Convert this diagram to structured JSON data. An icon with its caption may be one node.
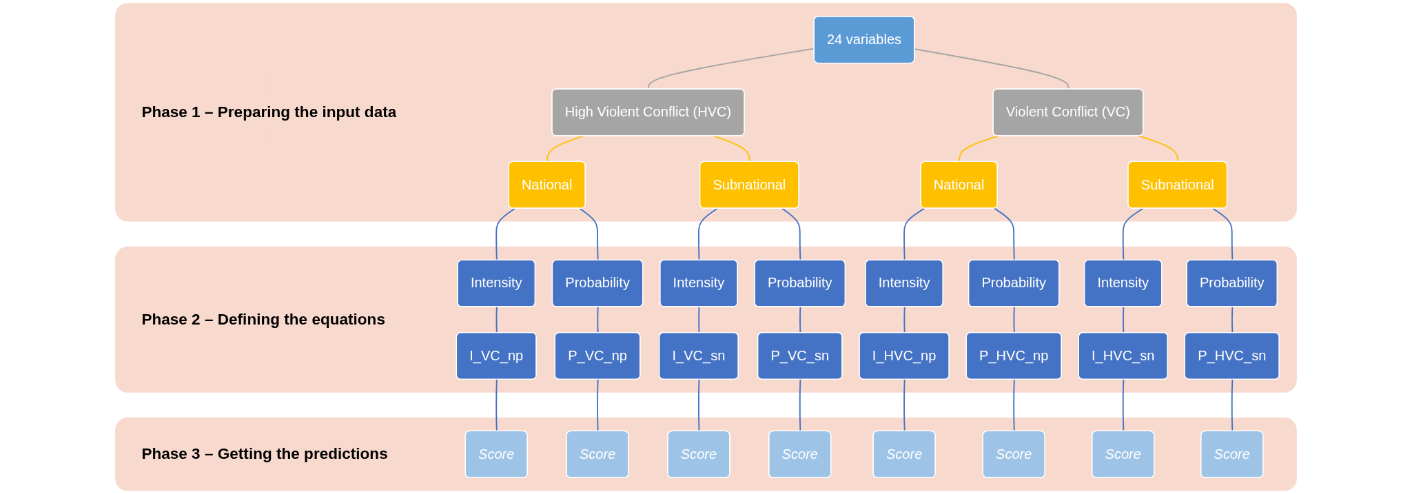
{
  "diagram": {
    "nodes": [
      {
        "text": [
          "Phase 1 – Preparing the input data"
        ]
      },
      {
        "text": [
          "24 variables"
        ],
        "in": 0
      },
      {
        "text": [
          "High Violent Conflict (HVC)"
        ],
        "in": 0
      },
      {
        "text": [
          "Violent Conflict (VC)"
        ],
        "in": 0
      },
      {
        "text": [
          "National"
        ],
        "in": 0
      },
      {
        "text": [
          "Subnational"
        ],
        "in": 0
      },
      {
        "text": [
          "National"
        ],
        "in": 0
      },
      {
        "text": [
          "Subnational"
        ],
        "in": 0
      },
      {
        "text": [
          "Phase 2 – Defining the equations"
        ]
      },
      {
        "text": [
          "Intensity"
        ],
        "in": 8
      },
      {
        "text": [
          "Probability"
        ],
        "in": 8
      },
      {
        "text": [
          "Intensity"
        ],
        "in": 8
      },
      {
        "text": [
          "Probability"
        ],
        "in": 8
      },
      {
        "text": [
          "Intensity"
        ],
        "in": 8
      },
      {
        "text": [
          "Probability"
        ],
        "in": 8
      },
      {
        "text": [
          "Intensity"
        ],
        "in": 8
      },
      {
        "text": [
          "Probability"
        ],
        "in": 8
      },
      {
        "text": [
          "I_VC_np"
        ],
        "in": 8
      },
      {
        "text": [
          "P_VC_np"
        ],
        "in": 8
      },
      {
        "text": [
          "I_VC_sn"
        ],
        "in": 8
      },
      {
        "text": [
          "P_VC_sn"
        ],
        "in": 8
      },
      {
        "text": [
          "I_HVC_np"
        ],
        "in": 8
      },
      {
        "text": [
          "P_HVC_np"
        ],
        "in": 8
      },
      {
        "text": [
          "I_HVC_sn"
        ],
        "in": 8
      },
      {
        "text": [
          "P_HVC_sn"
        ],
        "in": 8
      },
      {
        "text": [
          "Phase 3 – Getting the predictions"
        ]
      },
      {
        "text": [
          "Score"
        ],
        "in": 25
      },
      {
        "text": [
          "Score"
        ],
        "in": 25
      },
      {
        "text": [
          "Score"
        ],
        "in": 25
      },
      {
        "text": [
          "Score"
        ],
        "in": 25
      },
      {
        "text": [
          "Score"
        ],
        "in": 25
      },
      {
        "text": [
          "Score"
        ],
        "in": 25
      },
      {
        "text": [
          "Score"
        ],
        "in": 25
      },
      {
        "text": [
          "Score"
        ],
        "in": 25
      }
    ],
    "edges": [
      {
        "from": 1,
        "to": 2,
        "arrow": "none",
        "color": "#a5a5a5"
      },
      {
        "from": 1,
        "to": 3,
        "arrow": "none",
        "color": "#a5a5a5"
      },
      {
        "from": 2,
        "to": 4,
        "arrow": "none",
        "color": "#ffc000"
      },
      {
        "from": 2,
        "to": 5,
        "arrow": "none",
        "color": "#ffc000"
      },
      {
        "from": 3,
        "to": 6,
        "arrow": "none",
        "color": "#ffc000"
      },
      {
        "from": 3,
        "to": 7,
        "arrow": "none",
        "color": "#ffc000"
      },
      {
        "from": 4,
        "to": 9,
        "arrow": "none"
      },
      {
        "from": 4,
        "to": 10,
        "arrow": "none"
      },
      {
        "from": 5,
        "to": 11,
        "arrow": "none"
      },
      {
        "from": 5,
        "to": 12,
        "arrow": "none"
      },
      {
        "from": 6,
        "to": 13,
        "arrow": "none"
      },
      {
        "from": 6,
        "to": 14,
        "arrow": "none"
      },
      {
        "from": 7,
        "to": 15,
        "arrow": "none"
      },
      {
        "from": 7,
        "to": 16,
        "arrow": "none"
      },
      {
        "from": 9,
        "to": 17,
        "arrow": "none"
      },
      {
        "from": 10,
        "to": 18,
        "arrow": "none"
      },
      {
        "from": 11,
        "to": 19,
        "arrow": "none"
      },
      {
        "from": 12,
        "to": 20,
        "arrow": "none"
      },
      {
        "from": 13,
        "to": 21,
        "arrow": "none"
      },
      {
        "from": 14,
        "to": 22,
        "arrow": "none"
      },
      {
        "from": 15,
        "to": 23,
        "arrow": "none"
      },
      {
        "from": 16,
        "to": 24,
        "arrow": "none"
      },
      {
        "from": 17,
        "to": 26,
        "arrow": "none"
      },
      {
        "from": 18,
        "to": 27,
        "arrow": "none"
      },
      {
        "from": 19,
        "to": 28,
        "arrow": "none"
      },
      {
        "from": 20,
        "to": 29,
        "arrow": "none"
      },
      {
        "from": 21,
        "to": 30,
        "arrow": "none"
      },
      {
        "from": 22,
        "to": 31,
        "arrow": "none"
      },
      {
        "from": 23,
        "to": 32,
        "arrow": "none"
      },
      {
        "from": 24,
        "to": 33,
        "arrow": "none"
      }
    ]
  }
}
